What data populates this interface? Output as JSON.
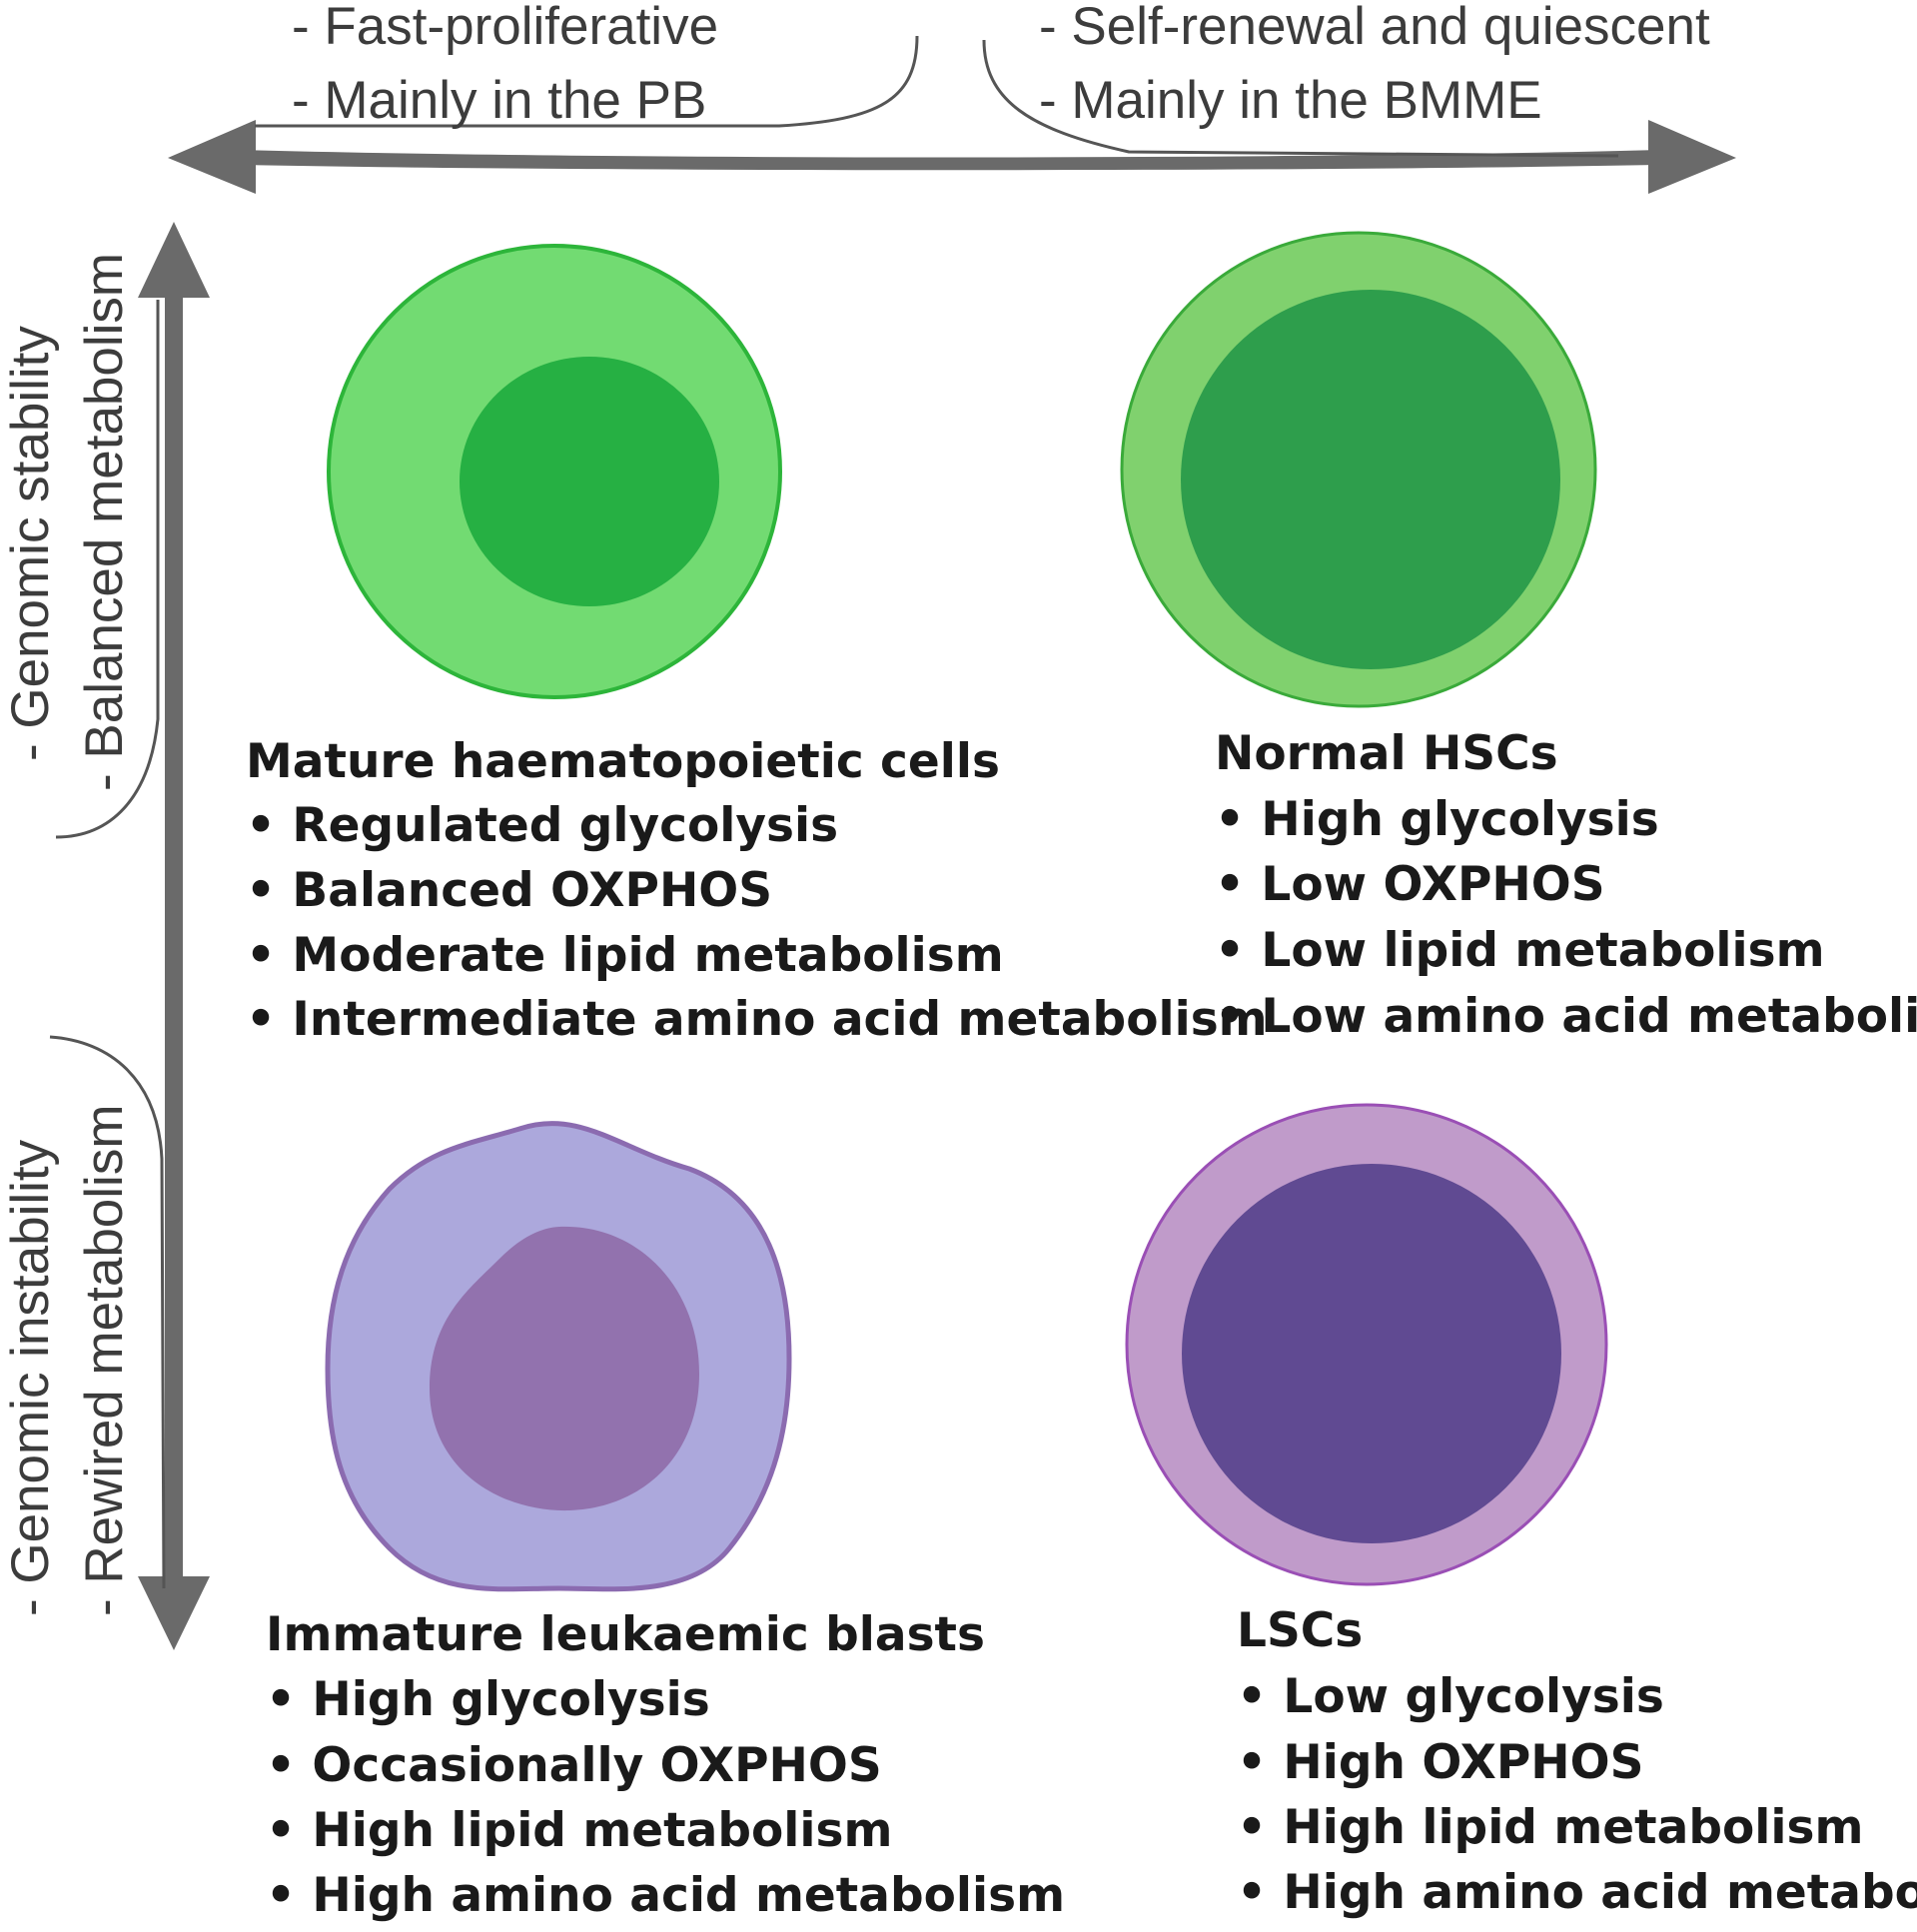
{
  "top_left_notes": [
    "- Fast-proliferative",
    "- Mainly in the PB"
  ],
  "top_right_notes": [
    "- Self-renewal and quiescent",
    "- Mainly in the BMME"
  ],
  "left_upper_notes": [
    "- Genomic stability",
    "- Balanced metabolism"
  ],
  "left_lower_notes": [
    "- Genomic instability",
    "- Rewired metabolism"
  ],
  "bullet_char": "•",
  "cells": [
    {
      "title": "Mature haematopoietic  cells",
      "items": [
        "Regulated glycolysis",
        "Balanced OXPHOS",
        "Moderate lipid metabolism",
        "Intermediate amino acid metabolism"
      ],
      "colors": {
        "outer": "#72db72",
        "outer_stroke": "#2db53a",
        "nucleus": "#26b043"
      }
    },
    {
      "title": "Normal HSCs",
      "items": [
        "High glycolysis",
        "Low OXPHOS",
        "Low lipid metabolism",
        "Low amino acid metabolism"
      ],
      "colors": {
        "outer": "#80d16e",
        "outer_stroke": "#3aaa3a",
        "nucleus": "#2e9e4c"
      }
    },
    {
      "title": "Immature leukaemic blasts",
      "items": [
        "High glycolysis",
        "Occasionally OXPHOS",
        "High lipid metabolism",
        "High amino acid metabolism"
      ],
      "colors": {
        "outer": "#aca8dc",
        "outer_stroke": "#8b6bb0",
        "nucleus": "#9272ae"
      }
    },
    {
      "title": "LSCs",
      "items": [
        "Low glycolysis",
        "High OXPHOS",
        "High lipid metabolism",
        "High amino acid metabolism"
      ],
      "colors": {
        "outer": "#c09bca",
        "outer_stroke": "#9a4fb5",
        "nucleus": "#604a92"
      }
    }
  ],
  "arrow_color": "#6a6a6a"
}
